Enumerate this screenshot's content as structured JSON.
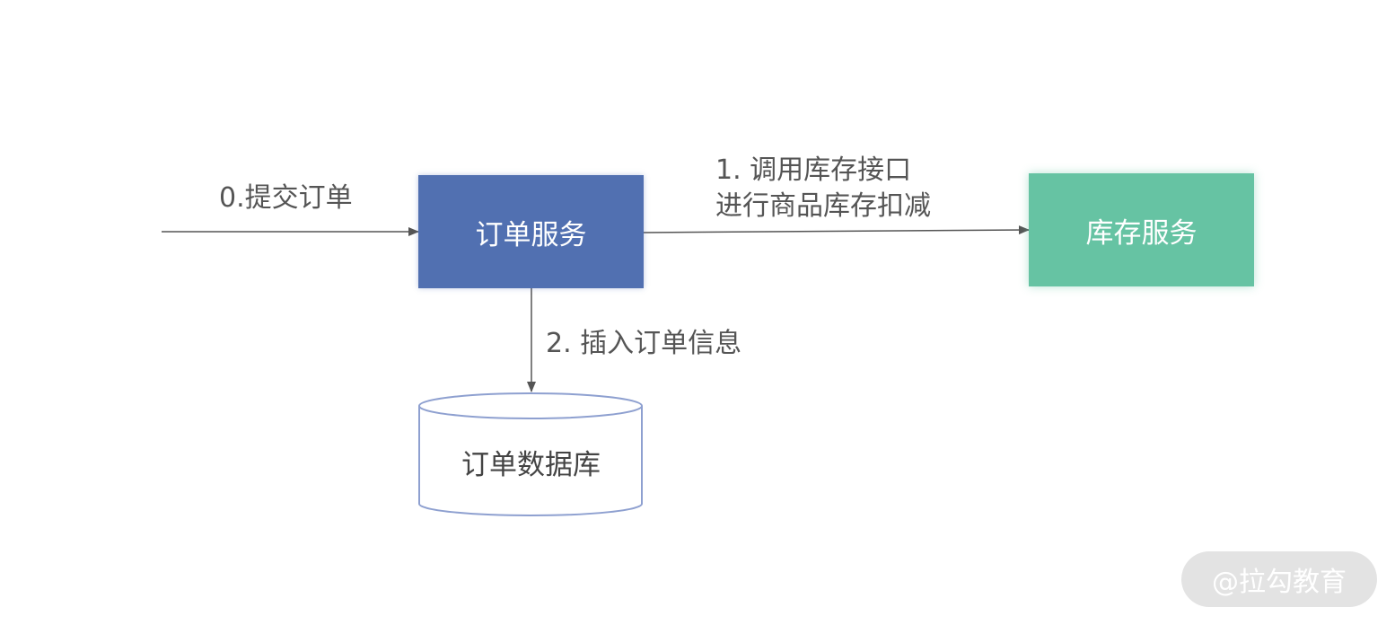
{
  "diagram": {
    "nodes": {
      "order_service": "订单服务",
      "stock_service": "库存服务",
      "order_db": "订单数据库"
    },
    "edges": {
      "submit_order": "0.提交订单",
      "call_stock_line1": "1. 调用库存接口",
      "call_stock_line2": "进行商品库存扣减",
      "insert_order": "2. 插入订单信息"
    },
    "colors": {
      "order_service": "#5170b1",
      "stock_service": "#66c3a3",
      "db_stroke": "#8ea0d0",
      "arrow": "#555555"
    }
  },
  "watermark": "@拉勾教育"
}
